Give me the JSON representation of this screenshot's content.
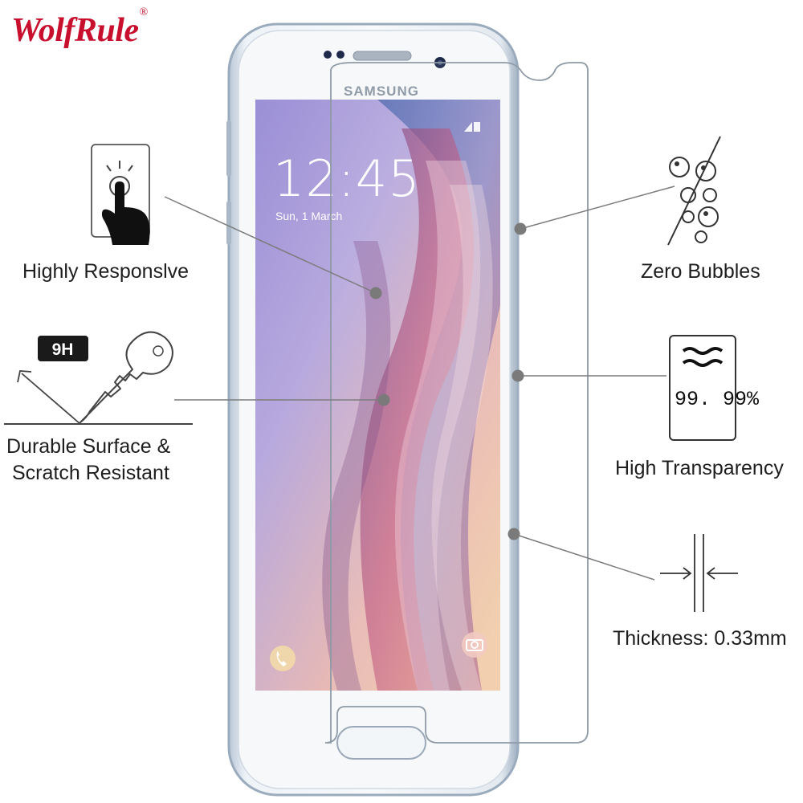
{
  "brand": {
    "name": "WolfRule",
    "registered_mark": "®",
    "color": "#c8102e"
  },
  "phone": {
    "maker_label": "SAMSUNG",
    "lock_screen": {
      "time": "12:45",
      "date": "Sun, 1 March"
    },
    "icons": [
      "phone-icon",
      "camera-icon"
    ]
  },
  "features": {
    "highly_responsive": {
      "label": "Highly Responslve",
      "icon": "touch-finger-icon"
    },
    "durable": {
      "badge": "9H",
      "line1": "Durable Surface &",
      "line2": "Scratch Resistant",
      "icon": "key-scratch-icon"
    },
    "zero_bubbles": {
      "label": "Zero Bubbles",
      "icon": "bubbles-icon"
    },
    "high_transparency": {
      "label": "High Transparency",
      "value": "99. 99%",
      "icon": "transparency-card-icon"
    },
    "thickness": {
      "label": "Thickness: 0.33mm",
      "icon": "thickness-arrows-icon"
    }
  }
}
